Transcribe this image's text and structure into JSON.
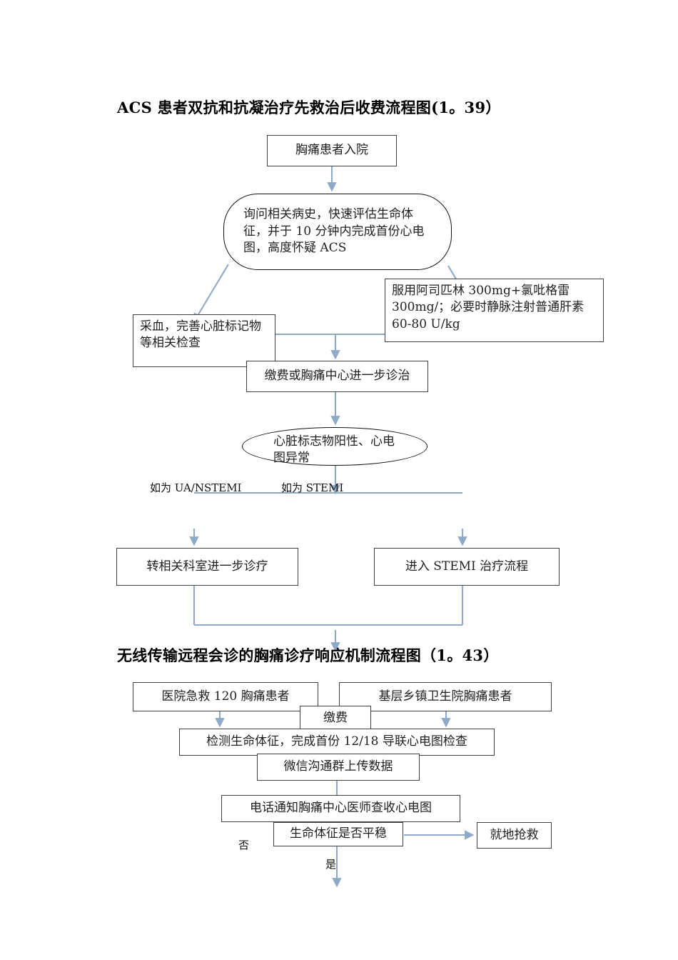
{
  "document": {
    "page_background": "#ffffff",
    "connector_color": "#8faac8",
    "box_border_color": "#3f3f3f"
  },
  "chart1": {
    "title": "ACS 患者双抗和抗凝治疗先救治后收费流程图(1。39）",
    "nodes": {
      "admit": "胸痛患者入院",
      "assess": "询问相关病史，快速评估生命体征，并于 10 分钟内完成首份心电图，高度怀疑 ACS",
      "blood": "采血，完善心脏标记物等相关检查",
      "drug": "服用阿司匹林 300mg+氯吡格雷 300mg/；必要时静脉注射普通肝素 60-80 U/kg",
      "pay": "缴费或胸痛中心进一步诊治",
      "positive": "心脏标志物阳性、心电图异常",
      "transfer": "转相关科室进一步诊疗",
      "stemi": "进入 STEMI 治疗流程"
    },
    "edge_labels": {
      "ua_nstemi": "如为 UA/NSTEMI",
      "stemi": "如为 STEMI"
    }
  },
  "chart2": {
    "title": "无线传输远程会诊的胸痛诊疗响应机制流程图（1。43）",
    "nodes": {
      "hospital_120": "医院急救 120 胸痛患者",
      "township": "基层乡镇卫生院胸痛患者",
      "fee": "缴费",
      "vitals": "检测生命体征，完成首份 12/18 导联心电图检查",
      "wechat": "微信沟通群上传数据",
      "phone": "电话通知胸痛中心医师查收心电图",
      "stable": "生命体征是否平稳",
      "rescue": "就地抢救"
    },
    "edge_labels": {
      "no": "否",
      "yes": "是"
    }
  }
}
